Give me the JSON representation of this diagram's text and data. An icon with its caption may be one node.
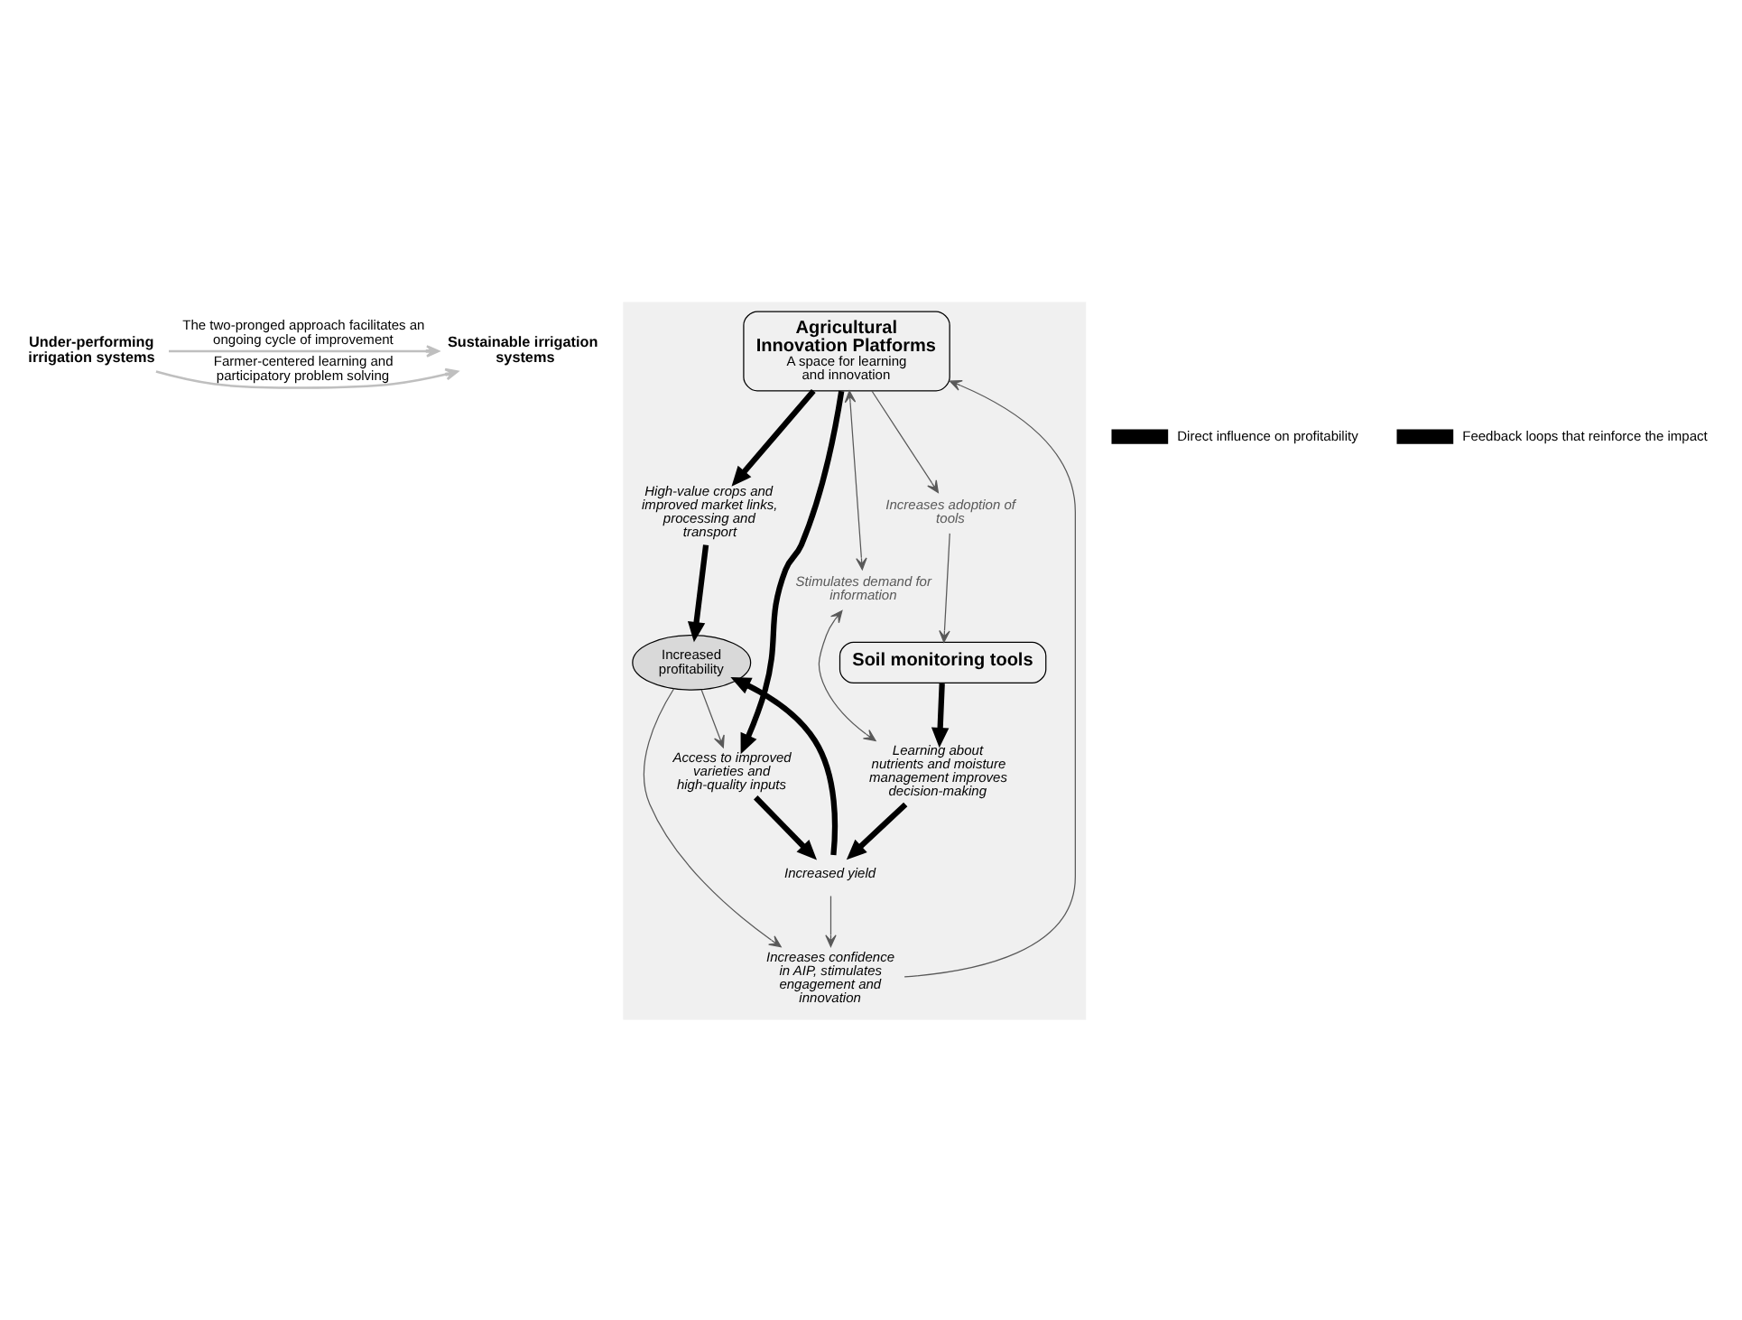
{
  "diagram": {
    "nodes": [
      {
        "text": [
          "Under-performing irrigation systems"
        ]
      },
      {
        "text": [
          "Sustainable irrigation systems"
        ]
      },
      {
        "text": [],
        "shape": "box"
      },
      {
        "text": [
          "Agricultural Innovation Platforms",
          "A space for learning and innovation"
        ],
        "in": 2
      },
      {
        "text": [
          "High-value crops and improved market links, processing and transport"
        ],
        "in": 2
      },
      {
        "text": [
          "Increases confidence in AIP, stimulates engagement and innovation"
        ],
        "in": 2
      },
      {
        "text": [
          "Increases adoption of tools"
        ],
        "in": 2
      },
      {
        "text": [
          "Access to improved varieties and high-quality inputs"
        ],
        "in": 2
      },
      {
        "text": [
          "Stimulates demand for information"
        ],
        "in": 2
      },
      {
        "text": [
          "Increased profitability"
        ],
        "in": 2
      },
      {
        "text": [
          "Learning about nutrients and moisture management improves decision-making"
        ],
        "in": 2
      },
      {
        "text": [
          "Increased yield"
        ],
        "in": 2
      },
      {
        "text": [
          "Soil monitoring tools"
        ],
        "in": 2
      }
    ],
    "edges": [
      {
        "from": 0,
        "to": 1,
        "arrow": "to",
        "label": "The two-pronged approach facilitates an ongoing cycle of improvement",
        "color": "#bfbfbf"
      },
      {
        "from": 3,
        "to": 4,
        "arrow": "to",
        "style": "thick"
      },
      {
        "from": 5,
        "to": 3,
        "arrow": "to"
      },
      {
        "from": 3,
        "to": 6,
        "arrow": "to"
      },
      {
        "from": 3,
        "to": 8,
        "arrow": "both"
      },
      {
        "from": 3,
        "to": 7,
        "arrow": "to",
        "style": "thick"
      },
      {
        "from": 4,
        "to": 9,
        "arrow": "to",
        "style": "thick"
      },
      {
        "from": 9,
        "to": 5,
        "arrow": "to"
      },
      {
        "from": 9,
        "to": 7,
        "arrow": "to"
      },
      {
        "from": 11,
        "to": 5,
        "arrow": "to"
      },
      {
        "from": 6,
        "to": 12,
        "arrow": "to"
      },
      {
        "from": 8,
        "to": 10,
        "arrow": "both"
      },
      {
        "from": 7,
        "to": 11,
        "arrow": "to",
        "style": "thick"
      },
      {
        "from": 12,
        "to": 10,
        "arrow": "to",
        "style": "thick"
      },
      {
        "from": 10,
        "to": 11,
        "arrow": "to",
        "style": "thick"
      },
      {
        "from": 11,
        "to": 9,
        "arrow": "to",
        "style": "thick"
      },
      {
        "from": 0,
        "to": 1,
        "arrow": "to",
        "label": "Farmer-centered learning and participatory problem solving",
        "color": "#bfbfbf"
      }
    ],
    "legend": [
      {
        "text": "Direct influence on profitability"
      },
      {
        "text": "Feedback loops that reinforce the impact"
      }
    ]
  }
}
